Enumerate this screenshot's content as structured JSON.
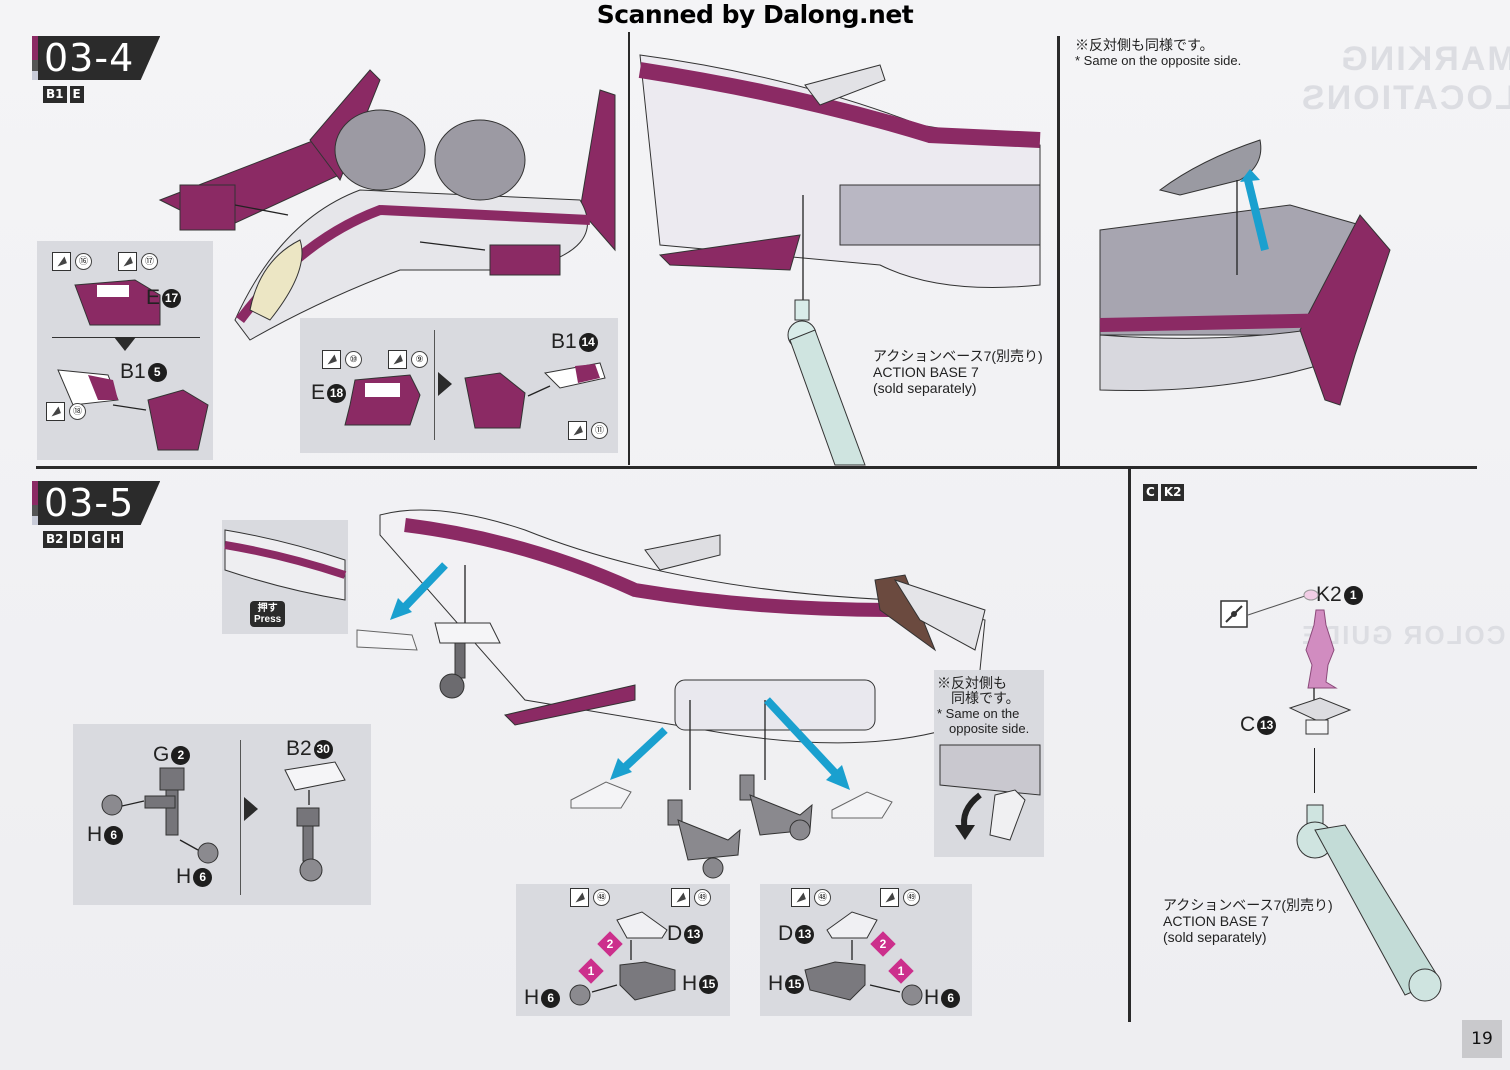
{
  "watermark": "Scanned by Dalong.net",
  "page_number": "19",
  "colors": {
    "accent_magenta": "#8b2a64",
    "arrow_blue": "#1aa0cf",
    "step_badge": "#2b2b2b",
    "diamond_pink": "#cc2f8c"
  },
  "background_ghost": {
    "marking": "MARKING LOCATIONS",
    "color_guide": "COLOR GUIDE"
  },
  "step_03_4": {
    "title": "03-4",
    "runners": [
      "B1",
      "E"
    ],
    "inset_left": {
      "sticker_a": "⑯",
      "sticker_b": "⑰",
      "part_top": {
        "runner": "E",
        "num": "17"
      },
      "part_bottom": {
        "runner": "B1",
        "num": "5"
      },
      "sticker_c": "⑱"
    },
    "inset_right": {
      "sticker_a": "⑩",
      "sticker_b": "⑨",
      "part_left": {
        "runner": "E",
        "num": "18"
      },
      "part_right": {
        "runner": "B1",
        "num": "14"
      },
      "sticker_c": "⑪"
    },
    "stand_note": {
      "jp": "アクションベース7(別売り)",
      "en1": "ACTION BASE 7",
      "en2": "(sold separately)"
    },
    "opposite_note": {
      "jp": "※反対側も同様です。",
      "en": "* Same on the opposite side."
    }
  },
  "step_03_5": {
    "title": "03-5",
    "runners": [
      "B2",
      "D",
      "G",
      "H"
    ],
    "press_label": {
      "jp": "押す",
      "en": "Press"
    },
    "gear_inset": {
      "part_g": {
        "runner": "G",
        "num": "2"
      },
      "wheel_a": {
        "runner": "H",
        "num": "6"
      },
      "wheel_b": {
        "runner": "H",
        "num": "6"
      },
      "part_b2": {
        "runner": "B2",
        "num": "30"
      }
    },
    "opposite_note": {
      "jp1": "※反対側も",
      "jp2": "同様です。",
      "en1": "* Same on the",
      "en2": "opposite side."
    },
    "left_door_inset": {
      "sticker_a": "㊽",
      "sticker_b": "㊾",
      "door": {
        "runner": "D",
        "num": "13"
      },
      "leg": {
        "runner": "H",
        "num": "15"
      },
      "wheel": {
        "runner": "H",
        "num": "6"
      },
      "order_1": "1",
      "order_2": "2"
    },
    "right_door_inset": {
      "sticker_a": "㊽",
      "sticker_b": "㊾",
      "door": {
        "runner": "D",
        "num": "13"
      },
      "leg": {
        "runner": "H",
        "num": "15"
      },
      "wheel": {
        "runner": "H",
        "num": "6"
      },
      "order_1": "1",
      "order_2": "2"
    }
  },
  "pilot_step": {
    "runners": [
      "C",
      "K2"
    ],
    "figure": {
      "runner": "K2",
      "num": "1"
    },
    "base": {
      "runner": "C",
      "num": "13"
    },
    "stand_note": {
      "jp": "アクションベース7(別売り)",
      "en1": "ACTION BASE 7",
      "en2": "(sold separately)"
    }
  }
}
